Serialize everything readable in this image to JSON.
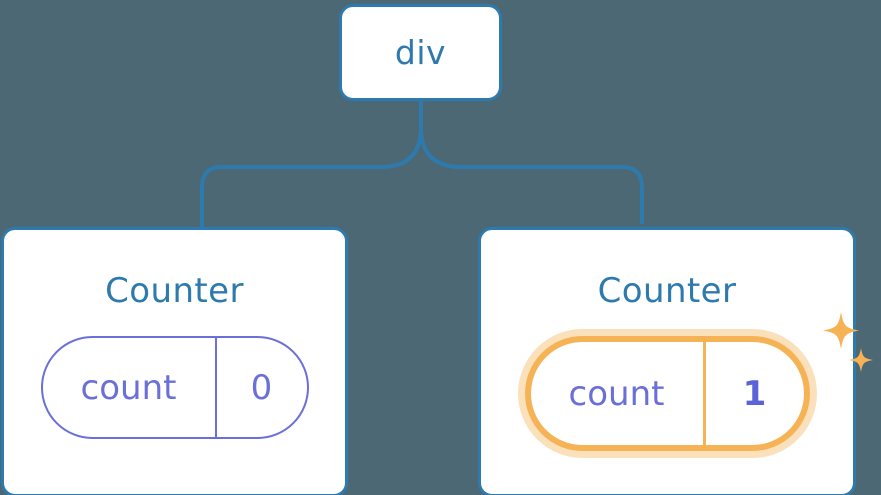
{
  "diagram": {
    "title": "React component tree with state update highlight",
    "background_color": "#4b6874",
    "node_border_color": "#2e7aad",
    "node_text_color": "#2e7aad",
    "state_color": "#6b6fd8",
    "highlight_color": "#f5b355",
    "highlight_glow_color": "#fbd9a7"
  },
  "root": {
    "label": "div"
  },
  "children": [
    {
      "label": "Counter",
      "state": {
        "key": "count",
        "value": "0"
      },
      "highlighted": false,
      "sparkle": false
    },
    {
      "label": "Counter",
      "state": {
        "key": "count",
        "value": "1"
      },
      "highlighted": true,
      "sparkle": true,
      "sparkle_icons": [
        "sparkle-large",
        "sparkle-small"
      ]
    }
  ]
}
